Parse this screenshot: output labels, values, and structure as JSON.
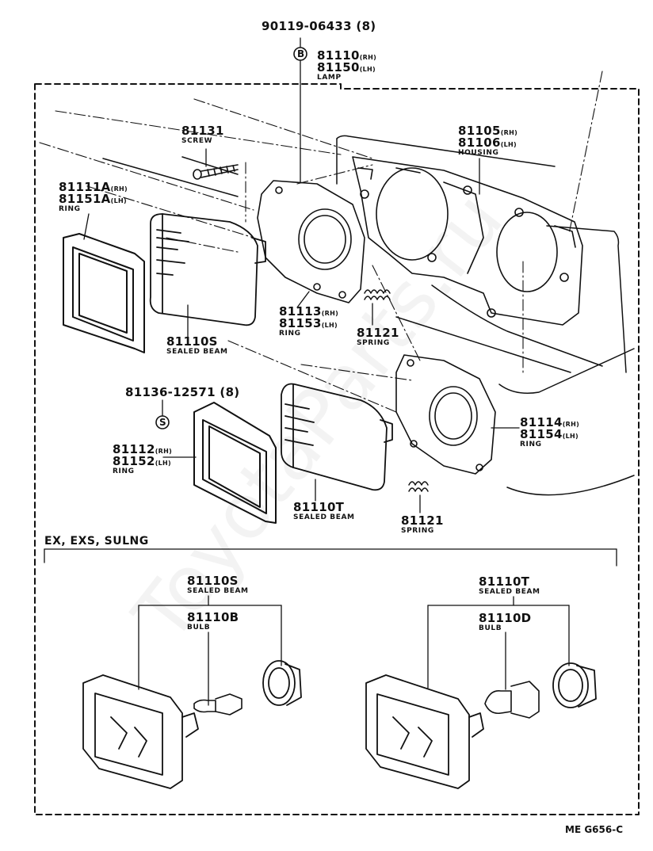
{
  "watermark": "ToyotaParts.ru",
  "labels": {
    "bolt_pn": "90119-06433 (8)",
    "bolt_marker": "B",
    "lamp_pn_rh": "81110",
    "lamp_pn_lh": "81150",
    "lamp_name": "LAMP",
    "screw_pn": "81131",
    "screw_name": "SCREW",
    "housing_pn_rh": "81105",
    "housing_pn_lh": "81106",
    "housing_name": "HOUSING",
    "ring_a_pn_rh": "81111A",
    "ring_a_pn_lh": "81151A",
    "ring_a_name": "RING",
    "ring_b_pn_rh": "81113",
    "ring_b_pn_lh": "81153",
    "ring_b_name": "RING",
    "beam_s_pn": "81110S",
    "beam_s_name": "SEALED BEAM",
    "spring1_pn": "81121",
    "spring1_name": "SPRING",
    "screw2_pn": "81136-12571 (8)",
    "screw2_marker": "S",
    "ring_c_pn_rh": "81112",
    "ring_c_pn_lh": "81152",
    "ring_c_name": "RING",
    "beam_t_pn": "81110T",
    "beam_t_name": "SEALED BEAM",
    "ring_d_pn_rh": "81114",
    "ring_d_pn_lh": "81154",
    "ring_d_name": "RING",
    "spring2_pn": "81121",
    "spring2_name": "SPRING",
    "suffix_rh": "(RH)",
    "suffix_lh": "(LH)",
    "variant_header": "EX, EXS, SULNG",
    "det_s_pn": "81110S",
    "det_s_name": "SEALED BEAM",
    "det_b_pn": "81110B",
    "det_b_name": "BULB",
    "det_t_pn": "81110T",
    "det_t_name": "SEALED BEAM",
    "det_d_pn": "81110D",
    "det_d_name": "BULB",
    "diagram_code": "ME G656-C"
  }
}
